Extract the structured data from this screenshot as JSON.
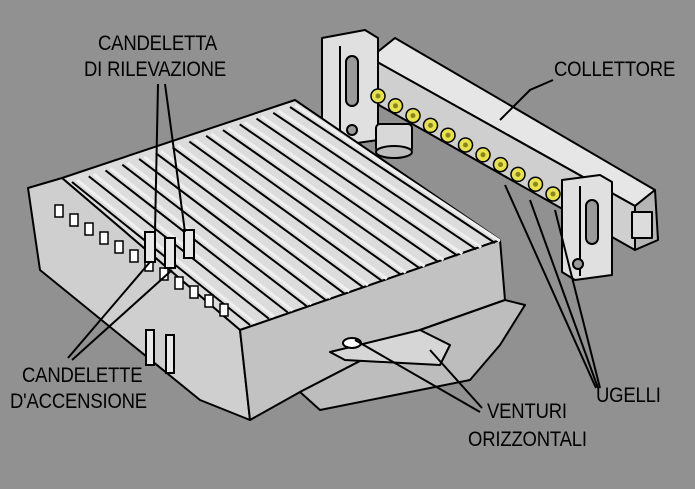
{
  "labels": {
    "detection_1": "CANDELETTA",
    "detection_2": "DI RILEVAZIONE",
    "manifold": "COLLETTORE",
    "ignition_1": "CANDELETTE",
    "ignition_2": "D'ACCENSIONE",
    "nozzles": "UGELLI",
    "venturi_1": "VENTURI",
    "venturi_2": "ORIZZONTALI"
  },
  "colors": {
    "background": "#919191",
    "metal_light": "#e6e6e6",
    "metal_mid": "#cfcfcf",
    "metal_dark": "#a8a8a8",
    "nozzle": "#e8e34a",
    "outline": "#000000"
  }
}
